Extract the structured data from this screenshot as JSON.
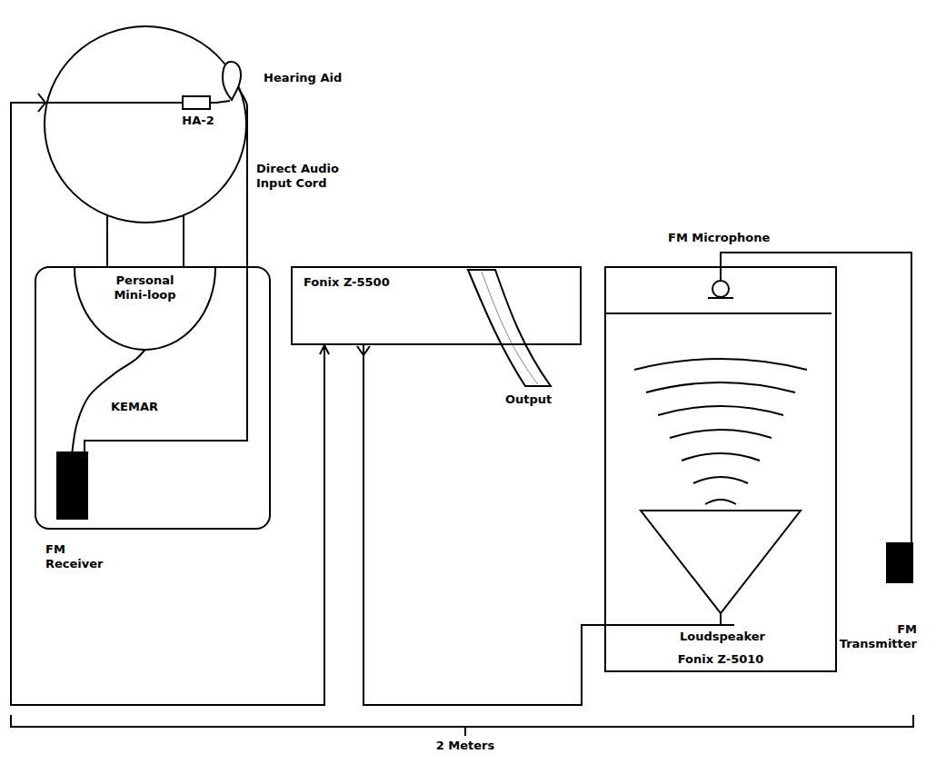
{
  "diagram": {
    "nodes": [
      {
        "text": [
          "Hearing Aid"
        ]
      },
      {
        "text": [
          "HA-2"
        ]
      },
      {
        "text": [
          "KEMAR"
        ]
      },
      {
        "text": [
          "Personal Mini-loop"
        ],
        "in": 2
      },
      {
        "text": [
          "FM Receiver"
        ],
        "in": 2
      },
      {
        "text": [
          "Fonix Z-5500"
        ]
      },
      {
        "text": [
          "Fonix Z-5010"
        ]
      },
      {
        "text": [
          "FM Transmitter"
        ]
      }
    ],
    "edges": [
      {
        "from": 1,
        "to": 0,
        "arrow": "none"
      },
      {
        "from": 1,
        "to": 5,
        "arrow": "to"
      },
      {
        "from": 3,
        "to": 4,
        "arrow": "none"
      },
      {
        "from": 4,
        "to": 0,
        "arrow": "none"
      },
      {
        "from": 5,
        "to": 6,
        "arrow": "none"
      },
      {
        "from": 6,
        "to": 7,
        "arrow": "none"
      }
    ],
    "labels": [
      "Direct Audio Input Cord",
      "FM Microphone",
      "Output",
      "Loudspeaker",
      "2 Meters"
    ]
  }
}
